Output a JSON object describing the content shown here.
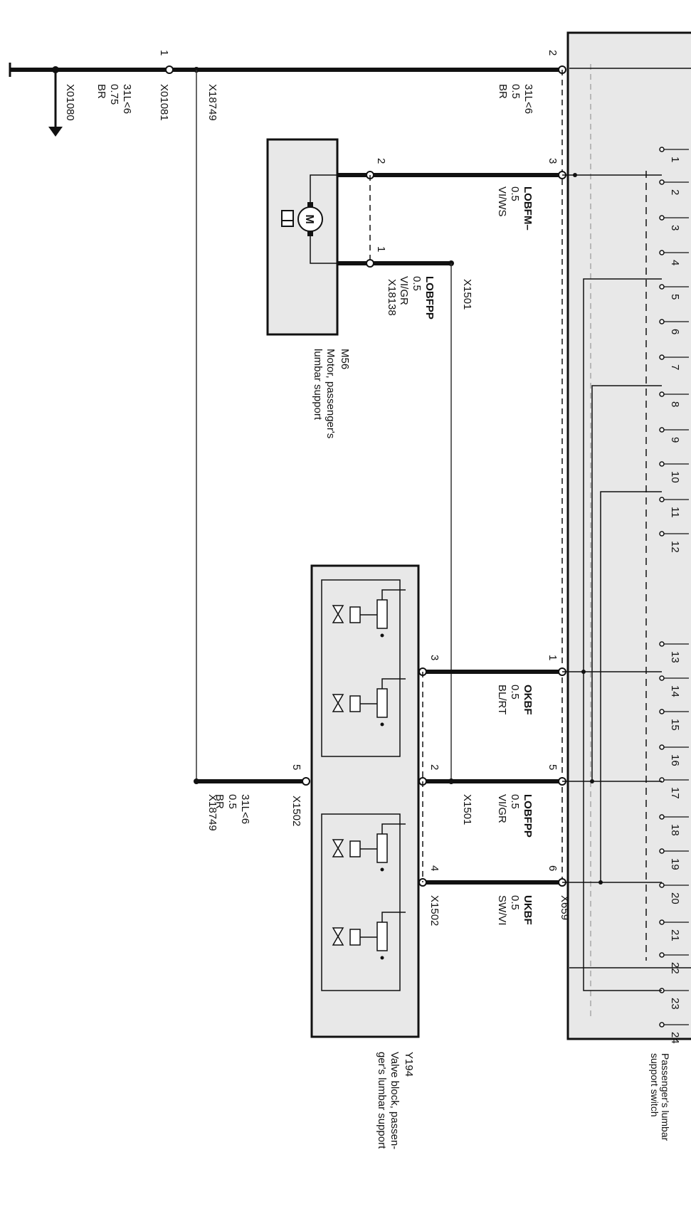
{
  "ground": {
    "pin": "1",
    "connector": "X01081",
    "junction": "X01080",
    "wire": [
      "31L<6",
      "0.75",
      "BR"
    ]
  },
  "x18749_top": "X18749",
  "switch_in": {
    "pin": "2",
    "wire": [
      "31L<6",
      "0.5",
      "BR"
    ]
  },
  "motor": {
    "code": "M56",
    "name_lines": [
      "Motor, passenger's",
      "lumbar support"
    ],
    "glyph": "M",
    "pin_a": "2",
    "pin_b": "1",
    "connector": "X18138"
  },
  "x1501_top": "X1501",
  "wire_lobfm": {
    "pin": "3",
    "lines": [
      "LOBFM–",
      "0.5",
      "VI/WS"
    ]
  },
  "wire_lobfpp_top": {
    "lines": [
      "LOBFPP",
      "0.5",
      "VI/GR"
    ]
  },
  "valve": {
    "code": "Y194",
    "name_lines": [
      "Valve block, passen-",
      "ger's lumbar support"
    ],
    "pin_3": "3",
    "pin_2": "2",
    "pin_4": "4",
    "pin_5": "5"
  },
  "wire_okbf": {
    "pin": "1",
    "lines": [
      "OKBF",
      "0.5",
      "BL/RT"
    ]
  },
  "wire_lobfpp": {
    "pin": "5",
    "lines": [
      "LOBFPP",
      "0.5",
      "VI/GR"
    ],
    "connector": "X1501"
  },
  "wire_ukbf": {
    "pin": "6",
    "lines": [
      "UKBF",
      "0.5",
      "SW/VI"
    ],
    "connector": "X659"
  },
  "valve_x1502_left": "X1502",
  "valve_x1502_right": "X1502",
  "ground_bottom": {
    "connector": "X18749",
    "lines": [
      "31L<6",
      "0.5",
      "BR"
    ]
  },
  "switch": {
    "name_lines": [
      "Passenger's lumbar",
      "support switch"
    ],
    "terminals": [
      "1",
      "2",
      "3",
      "4",
      "5",
      "6",
      "7",
      "8",
      "9",
      "10",
      "11",
      "12",
      "13",
      "14",
      "15",
      "16",
      "17",
      "18",
      "19",
      "20",
      "21",
      "22",
      "23",
      "24"
    ]
  }
}
